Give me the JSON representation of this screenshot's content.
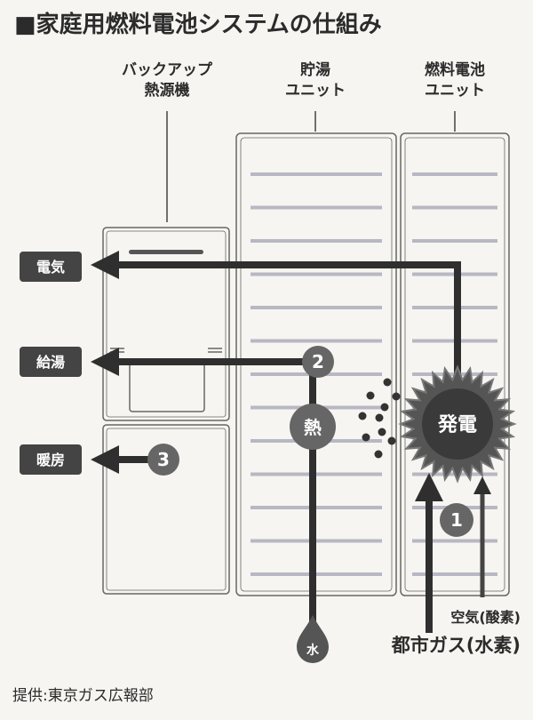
{
  "title": "■家庭用燃料電池システムの仕組み",
  "units": {
    "backup": [
      "バックアップ",
      "熱源機"
    ],
    "storage": [
      "貯湯",
      "ユニット"
    ],
    "fuelcell": [
      "燃料電池",
      "ユニット"
    ]
  },
  "outputs": [
    "電気",
    "給湯",
    "暖房"
  ],
  "steps": [
    "1",
    "2",
    "3"
  ],
  "heat": "熱",
  "generation": "発電",
  "water": "水",
  "inputs": {
    "air": "空気(酸素)",
    "gas": "都市ガス(水素)"
  },
  "credit": "提供:東京ガス広報部",
  "colors": {
    "dark": "#2f2f2f",
    "mid": "#555555",
    "stripe": "#b8b8c4",
    "bg": "#f6f5f1"
  }
}
